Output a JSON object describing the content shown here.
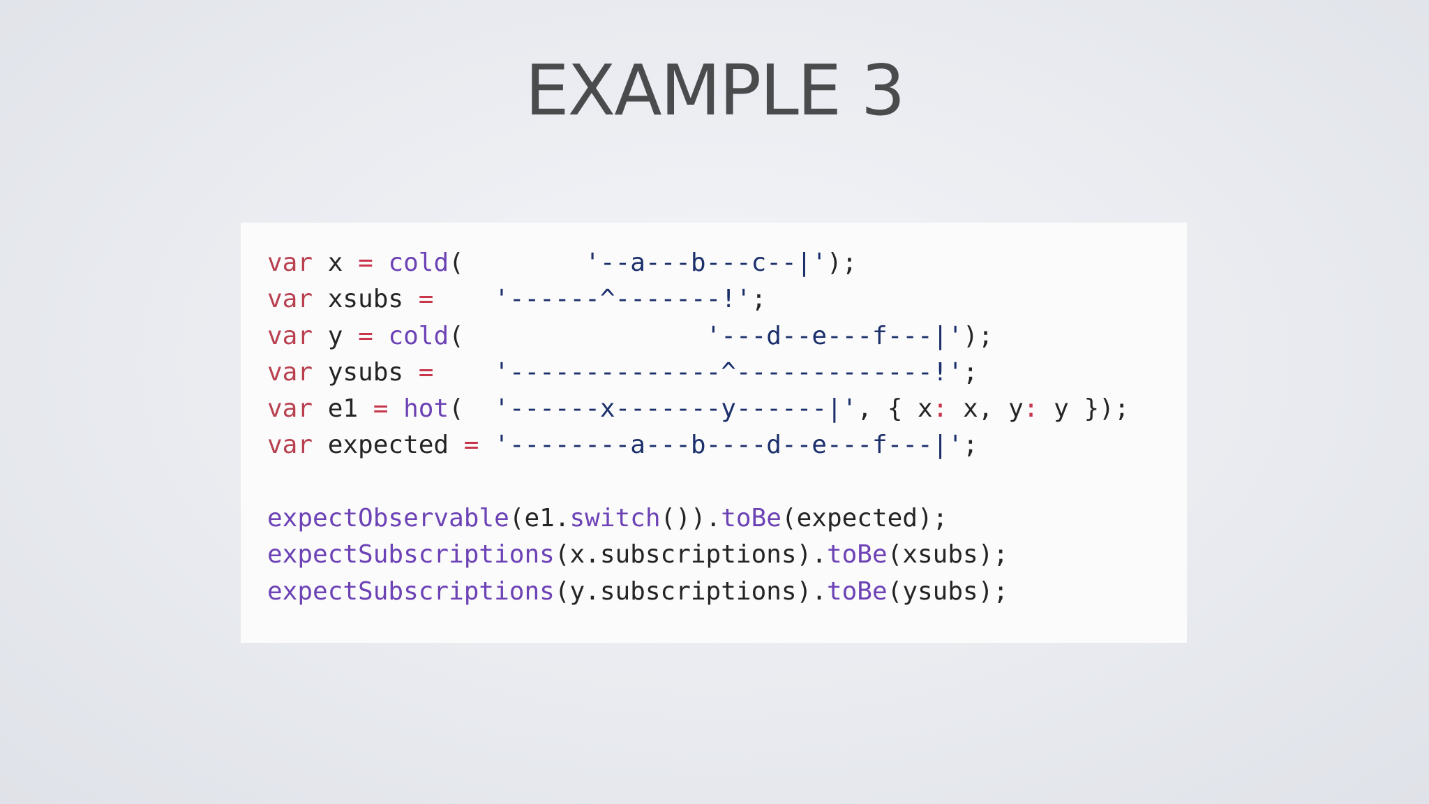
{
  "slide": {
    "title": "EXAMPLE 3"
  },
  "colors": {
    "keyword": "#b8404f",
    "operator": "#c8364c",
    "function": "#6c42b5",
    "string": "#1b2f6b",
    "plain": "#242424",
    "panel_background": "#fbfbfc",
    "title": "#4a4b4d"
  },
  "code": {
    "lines": [
      [
        {
          "t": "var",
          "k": "keyword"
        },
        {
          "t": " x ",
          "k": "plain"
        },
        {
          "t": "=",
          "k": "operator"
        },
        {
          "t": " ",
          "k": "plain"
        },
        {
          "t": "cold",
          "k": "func"
        },
        {
          "t": "(        ",
          "k": "plain"
        },
        {
          "t": "'--a---b---c--|'",
          "k": "string"
        },
        {
          "t": ");",
          "k": "plain"
        }
      ],
      [
        {
          "t": "var",
          "k": "keyword"
        },
        {
          "t": " xsubs ",
          "k": "plain"
        },
        {
          "t": "=",
          "k": "operator"
        },
        {
          "t": "    ",
          "k": "plain"
        },
        {
          "t": "'------^-------!'",
          "k": "string"
        },
        {
          "t": ";",
          "k": "plain"
        }
      ],
      [
        {
          "t": "var",
          "k": "keyword"
        },
        {
          "t": " y ",
          "k": "plain"
        },
        {
          "t": "=",
          "k": "operator"
        },
        {
          "t": " ",
          "k": "plain"
        },
        {
          "t": "cold",
          "k": "func"
        },
        {
          "t": "(                ",
          "k": "plain"
        },
        {
          "t": "'---d--e---f---|'",
          "k": "string"
        },
        {
          "t": ");",
          "k": "plain"
        }
      ],
      [
        {
          "t": "var",
          "k": "keyword"
        },
        {
          "t": " ysubs ",
          "k": "plain"
        },
        {
          "t": "=",
          "k": "operator"
        },
        {
          "t": "    ",
          "k": "plain"
        },
        {
          "t": "'--------------^-------------!'",
          "k": "string"
        },
        {
          "t": ";",
          "k": "plain"
        }
      ],
      [
        {
          "t": "var",
          "k": "keyword"
        },
        {
          "t": " e1 ",
          "k": "plain"
        },
        {
          "t": "=",
          "k": "operator"
        },
        {
          "t": " ",
          "k": "plain"
        },
        {
          "t": "hot",
          "k": "func"
        },
        {
          "t": "(  ",
          "k": "plain"
        },
        {
          "t": "'------x-------y------|'",
          "k": "string"
        },
        {
          "t": ", { x",
          "k": "plain"
        },
        {
          "t": ":",
          "k": "operator"
        },
        {
          "t": " x, y",
          "k": "plain"
        },
        {
          "t": ":",
          "k": "operator"
        },
        {
          "t": " y });",
          "k": "plain"
        }
      ],
      [
        {
          "t": "var",
          "k": "keyword"
        },
        {
          "t": " expected ",
          "k": "plain"
        },
        {
          "t": "=",
          "k": "operator"
        },
        {
          "t": " ",
          "k": "plain"
        },
        {
          "t": "'--------a---b----d--e---f---|'",
          "k": "string"
        },
        {
          "t": ";",
          "k": "plain"
        }
      ],
      [],
      [
        {
          "t": "expectObservable",
          "k": "func"
        },
        {
          "t": "(e1.",
          "k": "plain"
        },
        {
          "t": "switch",
          "k": "func"
        },
        {
          "t": "()).",
          "k": "plain"
        },
        {
          "t": "toBe",
          "k": "func"
        },
        {
          "t": "(expected);",
          "k": "plain"
        }
      ],
      [
        {
          "t": "expectSubscriptions",
          "k": "func"
        },
        {
          "t": "(x.subscriptions).",
          "k": "plain"
        },
        {
          "t": "toBe",
          "k": "func"
        },
        {
          "t": "(xsubs);",
          "k": "plain"
        }
      ],
      [
        {
          "t": "expectSubscriptions",
          "k": "func"
        },
        {
          "t": "(y.subscriptions).",
          "k": "plain"
        },
        {
          "t": "toBe",
          "k": "func"
        },
        {
          "t": "(ysubs);",
          "k": "plain"
        }
      ]
    ]
  }
}
